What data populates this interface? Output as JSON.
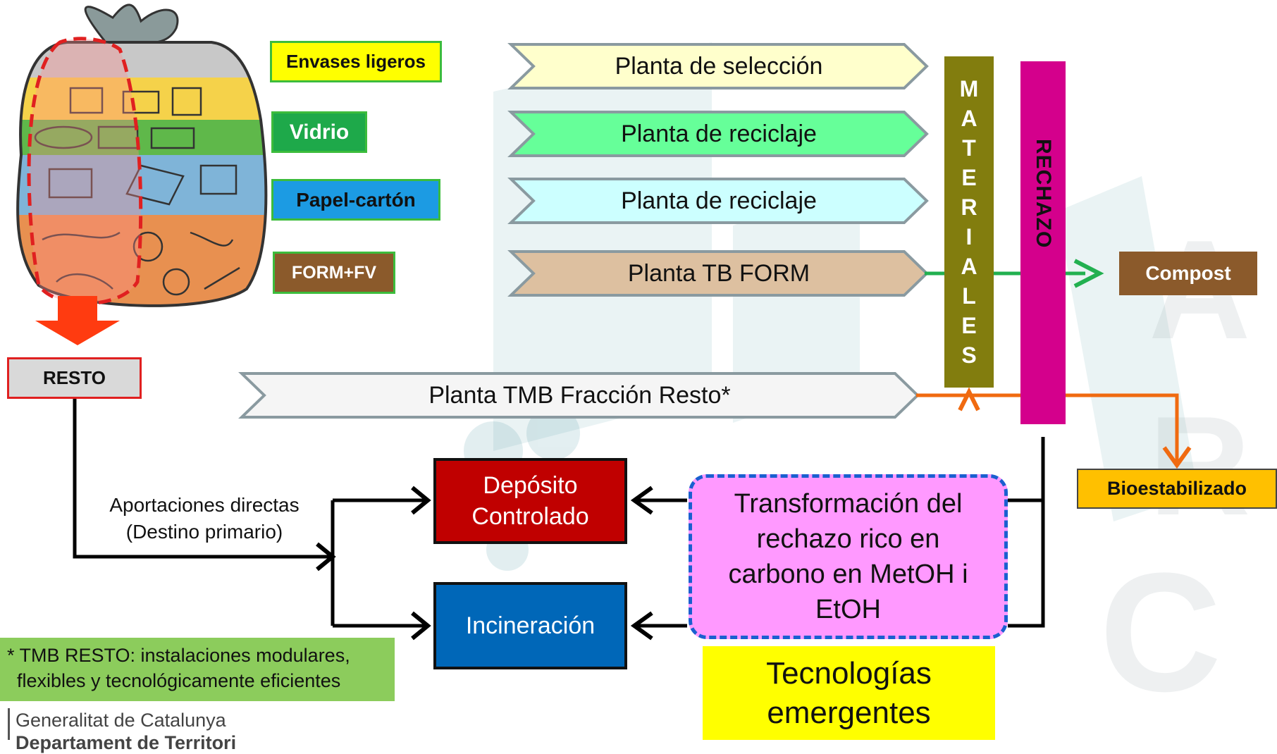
{
  "colors": {
    "envases": "#ffff00",
    "vidrio": "#1ea94a",
    "papel": "#1c9be3",
    "form": "#8b5a2b",
    "materiales": "#827d0e",
    "rechazo": "#d4008c",
    "compost": "#8b5a2b",
    "bioestabilizado": "#ffc000",
    "deposito": "#c00000",
    "incineracion": "#0067b8",
    "transformacion": "#ff99ff",
    "tecnologias": "#ffff00",
    "nota": "#8ccc5c",
    "resto_border": "#e02020",
    "arrow_green": "#22b050",
    "arrow_orange": "#f06a10"
  },
  "categories": [
    {
      "label": "Envases ligeros"
    },
    {
      "label": "Vidrio"
    },
    {
      "label": "Papel-cartón"
    },
    {
      "label": "FORM+FV"
    }
  ],
  "plants": [
    {
      "label": "Planta de selección"
    },
    {
      "label": "Planta de reciclaje"
    },
    {
      "label": "Planta de reciclaje"
    },
    {
      "label": "Planta TB FORM"
    }
  ],
  "tmb_plant": "Planta TMB Fracción Resto*",
  "materiales_letters": [
    "M",
    "A",
    "T",
    "E",
    "R",
    "I",
    "A",
    "L",
    "E",
    "S"
  ],
  "rechazo": "RECHAZO",
  "compost": "Compost",
  "bioestabilizado": "Bioestabilizado",
  "resto": "RESTO",
  "aportaciones": [
    "Aportaciones directas",
    "(Destino primario)"
  ],
  "deposito": [
    "Depósito",
    "Controlado"
  ],
  "incineracion": "Incineración",
  "transformacion": [
    "Transformación del",
    "rechazo rico en",
    "carbono en MetOH i",
    "EtOH"
  ],
  "tecnologias": [
    "Tecnologías",
    "emergentes"
  ],
  "nota": [
    "* TMB RESTO: instalaciones modulares,",
    "flexibles y tecnológicamente eficientes"
  ],
  "footer": [
    "Generalitat de Catalunya",
    "Departament de Territori"
  ]
}
